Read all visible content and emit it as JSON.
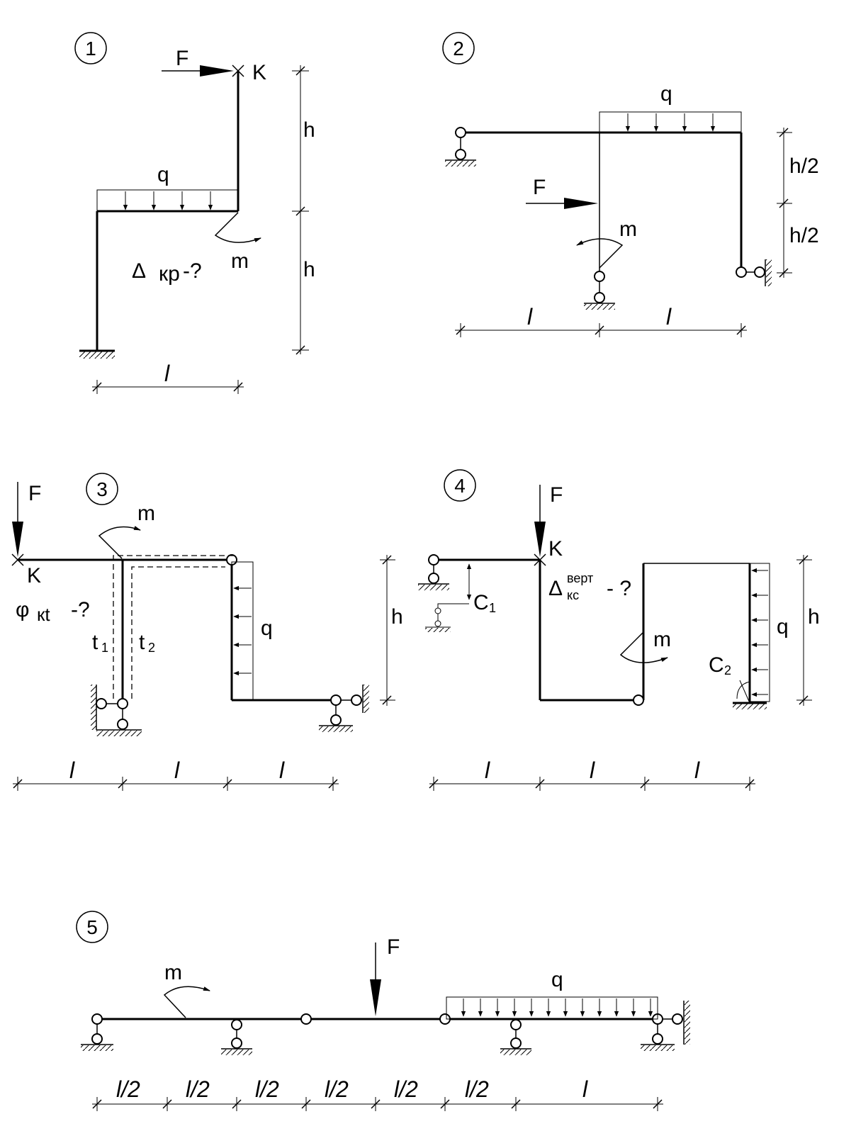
{
  "diagrams": [
    {
      "number": "1",
      "labels": {
        "force": "F",
        "point": "K",
        "load": "q",
        "moment": "m",
        "question": "Δ",
        "question_sub": "кр",
        "question_tail": "-?",
        "height_top": "h",
        "height_bottom": "h",
        "span": "l"
      }
    },
    {
      "number": "2",
      "labels": {
        "load": "q",
        "force": "F",
        "moment": "m",
        "height_top": "h/2",
        "height_bottom": "h/2",
        "span_left": "l",
        "span_right": "l"
      }
    },
    {
      "number": "3",
      "labels": {
        "force": "F",
        "point": "K",
        "moment": "m",
        "question": "φ",
        "question_sub": "кt",
        "question_tail": "-?",
        "temp_left": "t",
        "temp_left_sub": "1",
        "temp_right": "t",
        "temp_right_sub": "2",
        "load": "q",
        "height": "h",
        "span_1": "l",
        "span_2": "l",
        "span_3": "l"
      }
    },
    {
      "number": "4",
      "labels": {
        "force": "F",
        "point": "K",
        "settle": "C",
        "settle_sub": "1",
        "question": "Δ",
        "question_sup": "верт",
        "question_sub": "кс",
        "question_tail": "- ?",
        "moment": "m",
        "rotate": "C",
        "rotate_sub": "2",
        "load": "q",
        "height": "h",
        "span_1": "l",
        "span_2": "l",
        "span_3": "l"
      }
    },
    {
      "number": "5",
      "labels": {
        "moment": "m",
        "force": "F",
        "load": "q",
        "spans": [
          "l/2",
          "l/2",
          "l/2",
          "l/2",
          "l/2",
          "l/2",
          "l"
        ]
      }
    }
  ]
}
